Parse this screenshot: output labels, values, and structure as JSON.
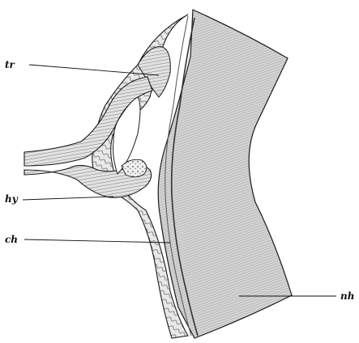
{
  "labels": {
    "tr": "tr",
    "hy": "hy",
    "ch": "ch",
    "nh": "nh"
  },
  "colors": {
    "ink": "#1a1a1a",
    "tissue_light": "#d9d9d9",
    "tissue_mid": "#bdbdbd",
    "tissue_dark": "#8a8a8a",
    "background": "#ffffff"
  }
}
